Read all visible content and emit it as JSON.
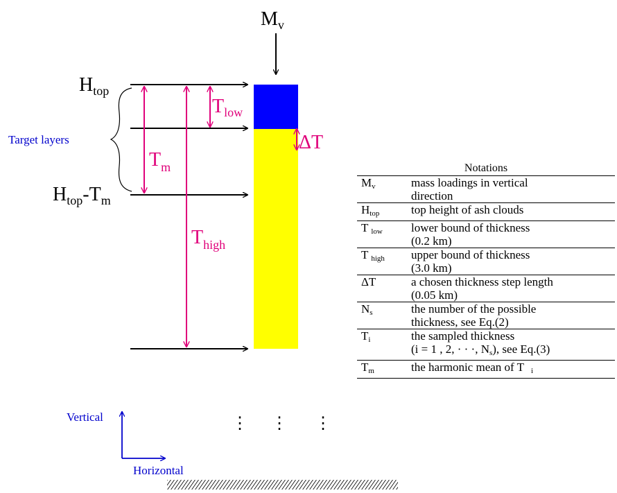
{
  "colors": {
    "top_block": "#0000ff",
    "column": "#ffff00",
    "magenta": "#e0007a",
    "blue_text": "#0000cc",
    "black": "#000000"
  },
  "labels": {
    "mv_main": "M",
    "mv_sub": "v",
    "htop_main": "H",
    "htop_sub": "top",
    "htop_tm_main": "H",
    "htop_tm_sub": "top",
    "htop_tm_minus": "-",
    "htop_tm_T": "T",
    "htop_tm_m": "m",
    "tlow_main": "T",
    "tlow_sub": "low",
    "tm_main": "T",
    "tm_sub": "m",
    "thigh_main": "T",
    "thigh_sub": "high",
    "delta_t": "ΔT",
    "target_layers": "Target layers",
    "vertical": "Vertical",
    "horizontal": "Horizontal",
    "dots": "⋮"
  },
  "notations": {
    "title": "Notations",
    "rows": [
      {
        "sym": "M",
        "sub": "v",
        "desc": "mass loadings in vertical",
        "desc2": "direction"
      },
      {
        "sym": "H",
        "sub": "top",
        "desc": "top height of ash clouds",
        "desc2": ""
      },
      {
        "sym": "T ",
        "sub": "low",
        "desc": "lower bound of thickness",
        "desc2": "(0.2 km)"
      },
      {
        "sym": "T ",
        "sub": "high",
        "desc": "upper bound of thickness",
        "desc2": "(3.0 km)"
      },
      {
        "sym": "ΔT",
        "sub": "",
        "desc": "a chosen thickness step length",
        "desc2": "(0.05 km)"
      },
      {
        "sym": "N",
        "sub": "s",
        "desc": "the number of the possible",
        "desc2": "thickness, see Eq.(2)"
      },
      {
        "sym": "T",
        "sub": "i",
        "desc": "the sampled thickness",
        "desc2": "(i = 1 , 2, · · ·, N",
        "desc2_sub": "s",
        "desc2_end": "), see Eq.(3)"
      },
      {
        "sym": "T",
        "sub": "m",
        "desc": "the harmonic mean of T",
        "desc_sub": "i",
        "desc2": ""
      }
    ]
  }
}
